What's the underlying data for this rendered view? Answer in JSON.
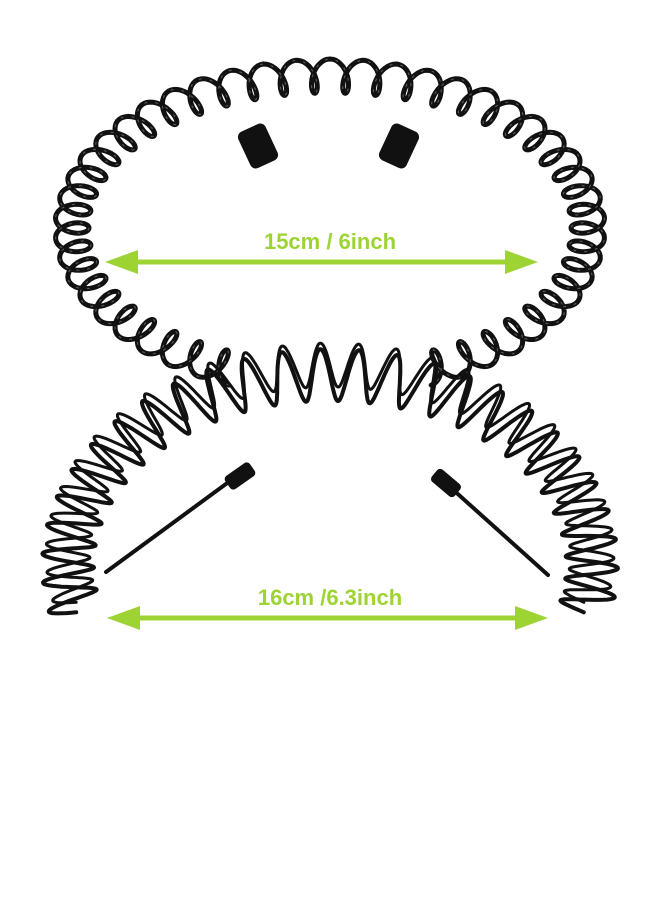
{
  "colors": {
    "background": "#ffffff",
    "wire": "#111111",
    "wire_highlight": "#555555",
    "measure": "#9ed334"
  },
  "headbands": [
    {
      "kind": "spring-coil-headband",
      "label": "15cm / 6inch"
    },
    {
      "kind": "wave-zigzag-headband",
      "label": "16cm /6.3inch"
    }
  ]
}
